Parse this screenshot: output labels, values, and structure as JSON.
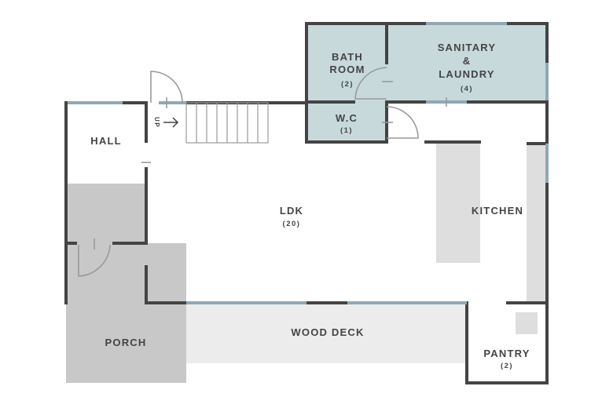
{
  "colors": {
    "wall": "#444444",
    "window": "#8ea9b5",
    "wet_area": "#c7d9db",
    "porch": "#c8c8c8",
    "deck": "#ececec",
    "counter": "#dedede",
    "door": "#9a9a9a"
  },
  "rooms": {
    "bath": {
      "label_1": "BATH",
      "label_2": "ROOM",
      "size": "(2)"
    },
    "sanitary": {
      "label_1": "SANITARY",
      "label_2": "&",
      "label_3": "LAUNDRY",
      "size": "(4)"
    },
    "wc": {
      "label": "W.C",
      "size": "(1)"
    },
    "hall": {
      "label": "HALL"
    },
    "ldk": {
      "label": "LDK",
      "size": "(20)"
    },
    "kitchen": {
      "label": "KITCHEN"
    },
    "porch": {
      "label": "PORCH"
    },
    "deck": {
      "label": "WOOD DECK"
    },
    "pantry": {
      "label": "PANTRY",
      "size": "(2)"
    }
  },
  "stairs": {
    "label": "UP"
  }
}
